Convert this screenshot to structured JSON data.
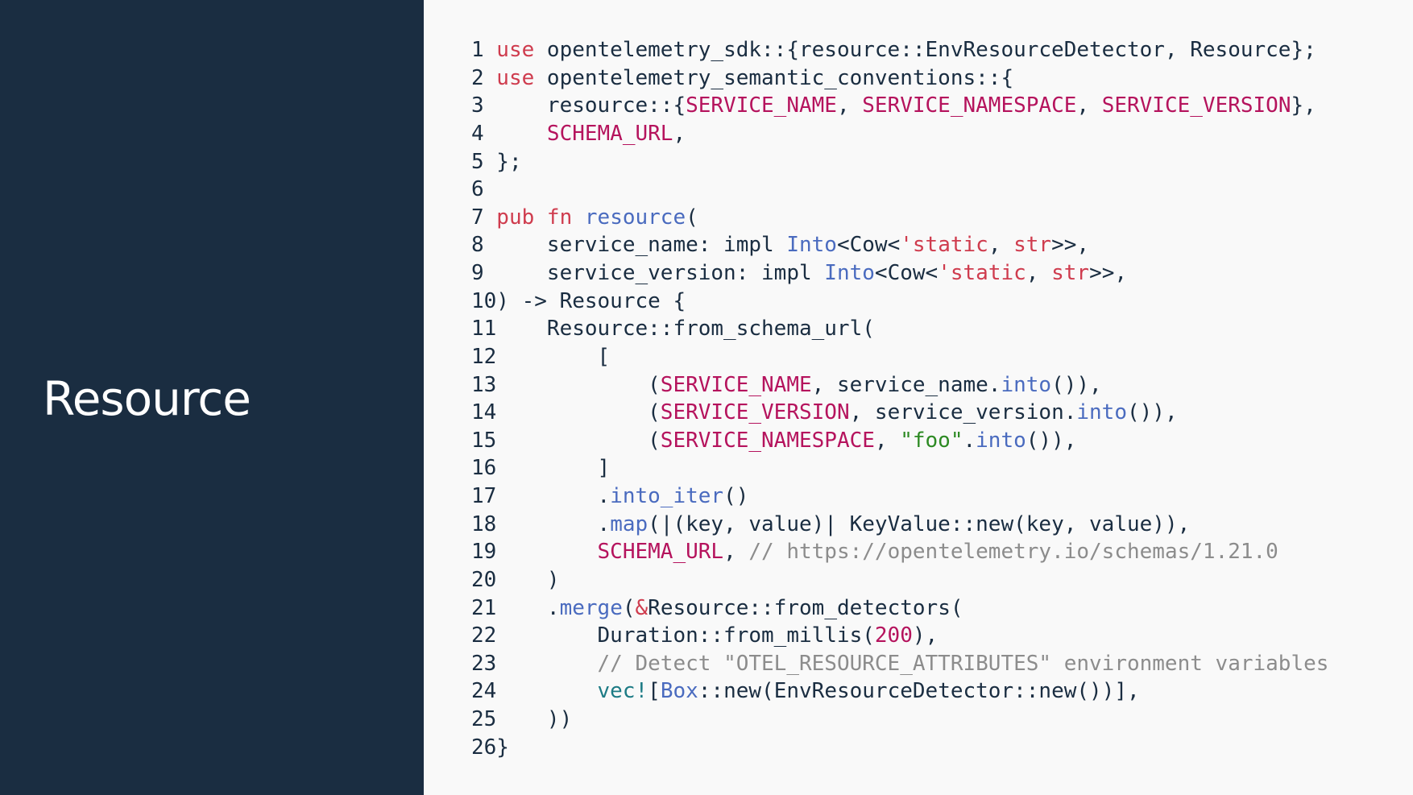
{
  "slide": {
    "title": "Resource"
  },
  "colors": {
    "sidebar_bg": "#1a2d41",
    "page_bg": "#f9f9f9",
    "default_text": "#1a2d41",
    "keyword": "#cf3c4e",
    "function": "#4a6bbf",
    "constant": "#b5135d",
    "string": "#2d8a23",
    "comment": "#8c8c8c",
    "macro": "#1d7b85"
  },
  "code": {
    "language": "rust",
    "lines": [
      {
        "n": "1",
        "tokens": [
          {
            "t": "use",
            "k": "kw"
          },
          {
            "t": " opentelemetry_sdk::{resource::EnvResourceDetector, Resource};"
          }
        ]
      },
      {
        "n": "2",
        "tokens": [
          {
            "t": "use",
            "k": "kw"
          },
          {
            "t": " opentelemetry_semantic_conventions::{"
          }
        ]
      },
      {
        "n": "3",
        "tokens": [
          {
            "t": "    resource::{"
          },
          {
            "t": "SERVICE_NAME",
            "k": "const"
          },
          {
            "t": ", "
          },
          {
            "t": "SERVICE_NAMESPACE",
            "k": "const"
          },
          {
            "t": ", "
          },
          {
            "t": "SERVICE_VERSION",
            "k": "const"
          },
          {
            "t": "},"
          }
        ]
      },
      {
        "n": "4",
        "tokens": [
          {
            "t": "    "
          },
          {
            "t": "SCHEMA_URL",
            "k": "const"
          },
          {
            "t": ","
          }
        ]
      },
      {
        "n": "5",
        "tokens": [
          {
            "t": "};"
          }
        ]
      },
      {
        "n": "6",
        "tokens": []
      },
      {
        "n": "7",
        "tokens": [
          {
            "t": "pub",
            "k": "kw"
          },
          {
            "t": " "
          },
          {
            "t": "fn",
            "k": "kw"
          },
          {
            "t": " "
          },
          {
            "t": "resource",
            "k": "fn"
          },
          {
            "t": "("
          }
        ]
      },
      {
        "n": "8",
        "tokens": [
          {
            "t": "    service_name: impl "
          },
          {
            "t": "Into",
            "k": "fn"
          },
          {
            "t": "<Cow<"
          },
          {
            "t": "'static",
            "k": "kw"
          },
          {
            "t": ", "
          },
          {
            "t": "str",
            "k": "kw"
          },
          {
            "t": ">>,"
          }
        ]
      },
      {
        "n": "9",
        "tokens": [
          {
            "t": "    service_version: impl "
          },
          {
            "t": "Into",
            "k": "fn"
          },
          {
            "t": "<Cow<"
          },
          {
            "t": "'static",
            "k": "kw"
          },
          {
            "t": ", "
          },
          {
            "t": "str",
            "k": "kw"
          },
          {
            "t": ">>,"
          }
        ]
      },
      {
        "n": "10",
        "tokens": [
          {
            "t": ") -> Resource {"
          }
        ]
      },
      {
        "n": "11",
        "tokens": [
          {
            "t": "    Resource::from_schema_url("
          }
        ]
      },
      {
        "n": "12",
        "tokens": [
          {
            "t": "        ["
          }
        ]
      },
      {
        "n": "13",
        "tokens": [
          {
            "t": "            ("
          },
          {
            "t": "SERVICE_NAME",
            "k": "const"
          },
          {
            "t": ", service_name."
          },
          {
            "t": "into",
            "k": "fn"
          },
          {
            "t": "()),"
          }
        ]
      },
      {
        "n": "14",
        "tokens": [
          {
            "t": "            ("
          },
          {
            "t": "SERVICE_VERSION",
            "k": "const"
          },
          {
            "t": ", service_version."
          },
          {
            "t": "into",
            "k": "fn"
          },
          {
            "t": "()),"
          }
        ]
      },
      {
        "n": "15",
        "tokens": [
          {
            "t": "            ("
          },
          {
            "t": "SERVICE_NAMESPACE",
            "k": "const"
          },
          {
            "t": ", "
          },
          {
            "t": "\"foo\"",
            "k": "str"
          },
          {
            "t": "."
          },
          {
            "t": "into",
            "k": "fn"
          },
          {
            "t": "()),"
          }
        ]
      },
      {
        "n": "16",
        "tokens": [
          {
            "t": "        ]"
          }
        ]
      },
      {
        "n": "17",
        "tokens": [
          {
            "t": "        ."
          },
          {
            "t": "into_iter",
            "k": "fn"
          },
          {
            "t": "()"
          }
        ]
      },
      {
        "n": "18",
        "tokens": [
          {
            "t": "        ."
          },
          {
            "t": "map",
            "k": "fn"
          },
          {
            "t": "(|(key, value)| KeyValue::new(key, value)),"
          }
        ]
      },
      {
        "n": "19",
        "tokens": [
          {
            "t": "        "
          },
          {
            "t": "SCHEMA_URL",
            "k": "const"
          },
          {
            "t": ", "
          },
          {
            "t": "// https://opentelemetry.io/schemas/1.21.0",
            "k": "cm"
          }
        ]
      },
      {
        "n": "20",
        "tokens": [
          {
            "t": "    )"
          }
        ]
      },
      {
        "n": "21",
        "tokens": [
          {
            "t": "    ."
          },
          {
            "t": "merge",
            "k": "fn"
          },
          {
            "t": "("
          },
          {
            "t": "&",
            "k": "kw"
          },
          {
            "t": "Resource::from_detectors("
          }
        ]
      },
      {
        "n": "22",
        "tokens": [
          {
            "t": "        Duration::from_millis("
          },
          {
            "t": "200",
            "k": "num"
          },
          {
            "t": "),"
          }
        ]
      },
      {
        "n": "23",
        "tokens": [
          {
            "t": "        "
          },
          {
            "t": "// Detect \"OTEL_RESOURCE_ATTRIBUTES\" environment variables",
            "k": "cm"
          }
        ]
      },
      {
        "n": "24",
        "tokens": [
          {
            "t": "        "
          },
          {
            "t": "vec!",
            "k": "mac"
          },
          {
            "t": "["
          },
          {
            "t": "Box",
            "k": "fn"
          },
          {
            "t": "::new(EnvResourceDetector::new())],"
          }
        ]
      },
      {
        "n": "25",
        "tokens": [
          {
            "t": "    ))"
          }
        ]
      },
      {
        "n": "26",
        "tokens": [
          {
            "t": "}"
          }
        ]
      }
    ]
  }
}
